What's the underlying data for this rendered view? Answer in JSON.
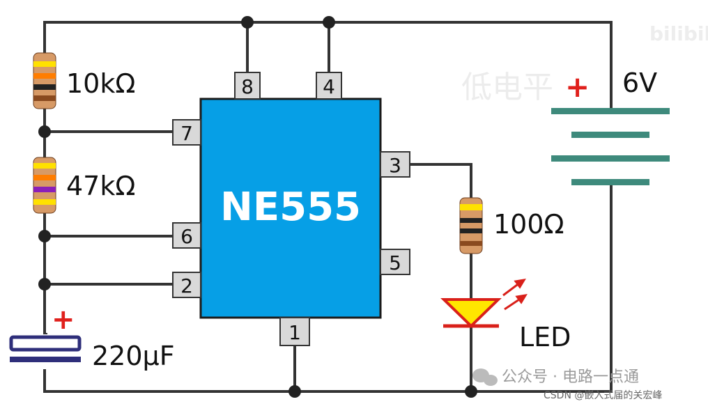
{
  "chip": {
    "label": "NE555",
    "color": "#069fe6"
  },
  "pins": {
    "p1": "1",
    "p2": "2",
    "p3": "3",
    "p4": "4",
    "p5": "5",
    "p6": "6",
    "p7": "7",
    "p8": "8"
  },
  "components": {
    "r1": "10kΩ",
    "r2": "47kΩ",
    "r3": "100Ω",
    "capacitor": "220μF",
    "capacitor_plus": "+",
    "battery": "6V",
    "battery_plus": "+",
    "led": "LED"
  },
  "watermark": {
    "overlay": "低电平",
    "logo": "bilibili",
    "channel": "公众号 · 电路一点通",
    "csdn": "CSDN @嵌入式届的关宏峰"
  },
  "colors": {
    "wire": "#333333",
    "battery": "#3e8a7c",
    "plus": "#e0201c",
    "led": "#ffe600",
    "led_rays": "#d9201a",
    "pin_box": "#d9d9d9"
  }
}
